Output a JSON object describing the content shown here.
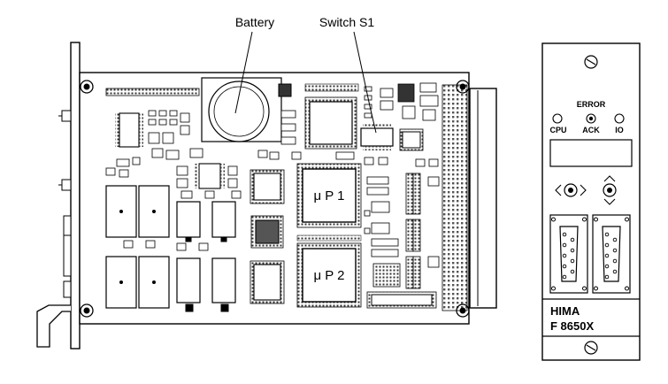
{
  "callouts": {
    "battery": "Battery",
    "switch": "Switch S1"
  },
  "chips": {
    "cpu1": "μ P 1",
    "cpu2": "μ P 2"
  },
  "front_panel": {
    "error": "ERROR",
    "cpu": "CPU",
    "ack": "ACK",
    "io": "IO",
    "brand": "HIMA",
    "model": "F 8650X"
  }
}
